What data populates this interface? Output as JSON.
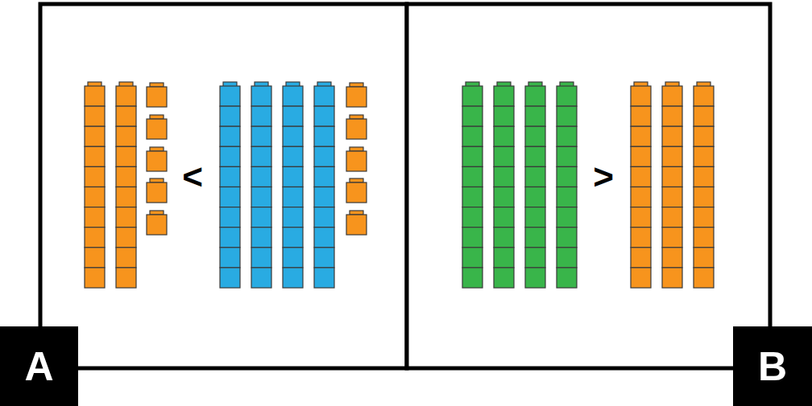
{
  "diagram": {
    "nodes": [
      {
        "text": [
          "A"
        ]
      },
      {
        "text": [
          "B"
        ]
      }
    ],
    "labels": [
      "<",
      ">"
    ]
  }
}
